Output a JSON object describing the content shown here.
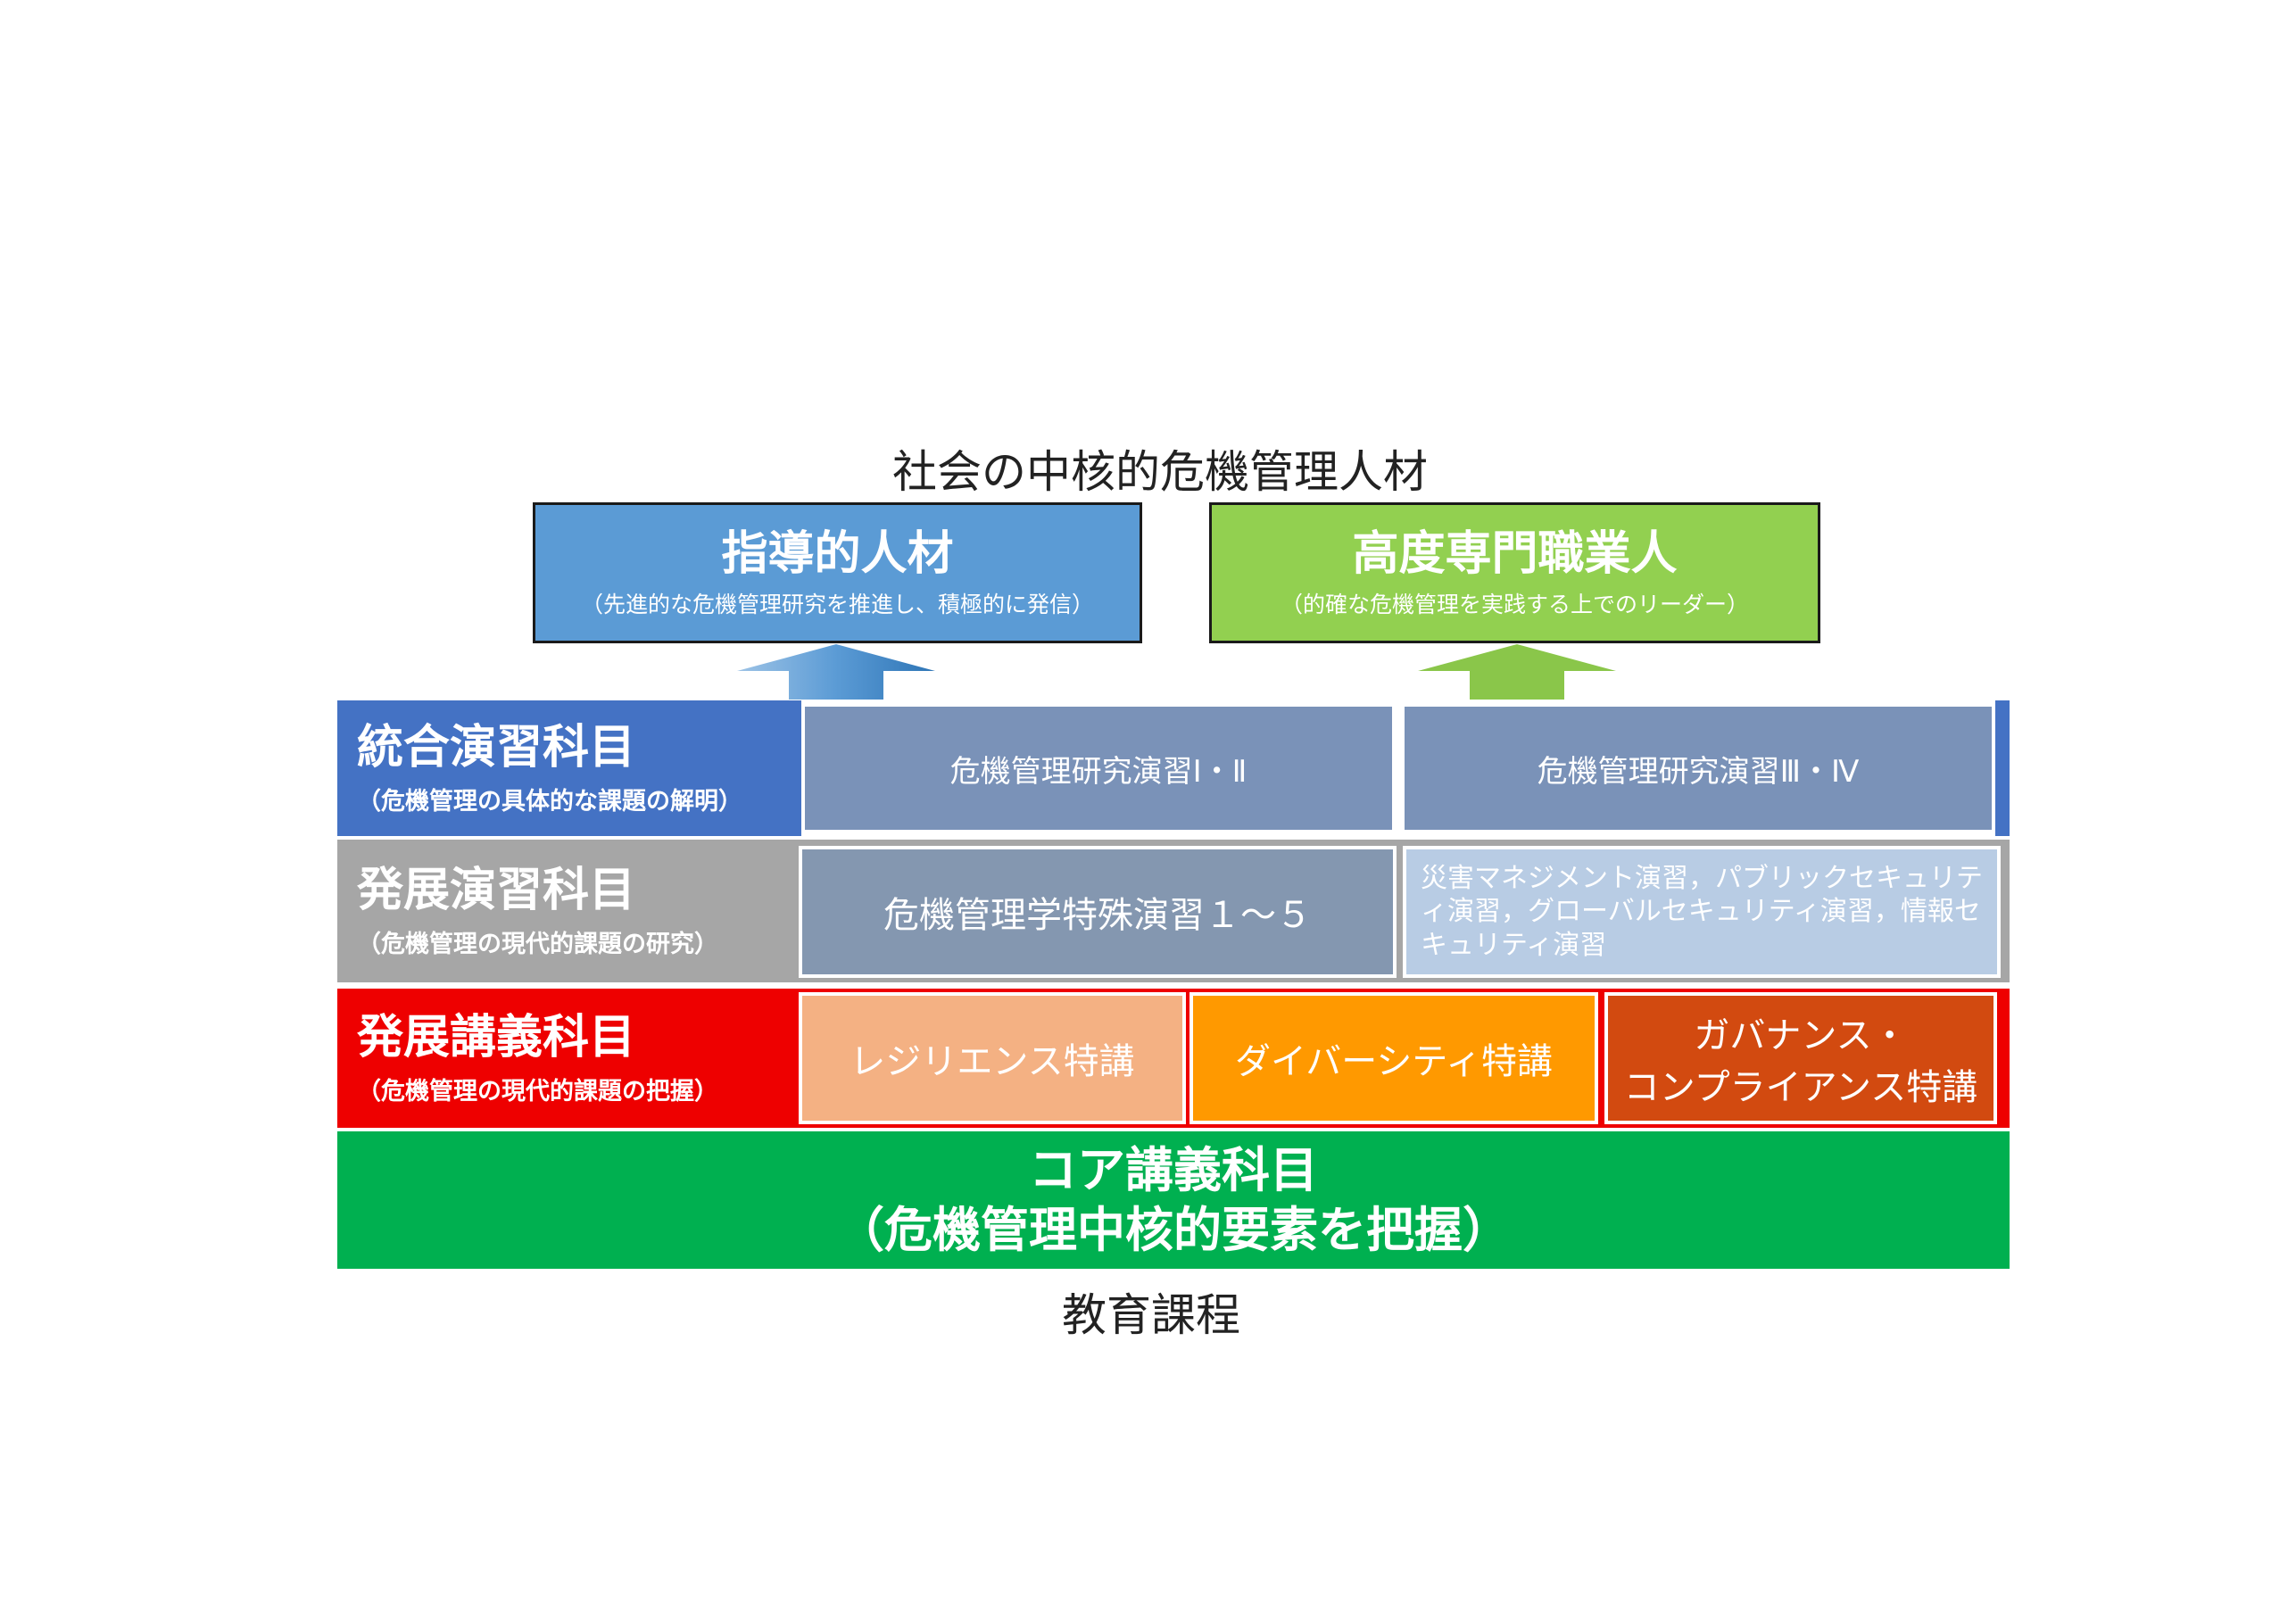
{
  "top_title": "社会の中核的危機管理人材",
  "targets": [
    {
      "title": "指導的人材",
      "subtitle": "（先進的な危機管理研究を推進し、積極的に発信）"
    },
    {
      "title": "高度専門職業人",
      "subtitle": "（的確な危機管理を実践する上でのリーダー）"
    }
  ],
  "rows": [
    {
      "title": "統合演習科目",
      "subtitle": "（危機管理の具体的な課題の解明）",
      "cells": [
        "危機管理研究演習Ⅰ・Ⅱ",
        "危機管理研究演習Ⅲ・Ⅳ"
      ]
    },
    {
      "title": "発展演習科目",
      "subtitle": "（危機管理の現代的課題の研究）",
      "cells": [
        "危機管理学特殊演習１～５",
        "災害マネジメント演習，パブリックセキュリティ演習，グローバルセキュリティ演習，情報セキュリティ演習"
      ]
    },
    {
      "title": "発展講義科目",
      "subtitle": "（危機管理の現代的課題の把握）",
      "cells": [
        "レジリエンス特講",
        "ダイバーシティ特講",
        "ガバナンス・",
        "コンプライアンス特講"
      ]
    }
  ],
  "core": {
    "title": "コア講義科目",
    "subtitle": "（危機管理中核的要素を把握）"
  },
  "bottom_title": "教育課程",
  "colors": {
    "blue_box": "#5b9bd5",
    "green_box": "#92d050",
    "row_integrated": "#4472c4",
    "row_dev_exercise": "#a6a6a6",
    "row_dev_lecture": "#ee0000",
    "core": "#00b050",
    "cell_slate": "#7a92b8",
    "cell_gray": "#8497b0",
    "cell_light": "#b8cce4",
    "cell_peach": "#f4b183",
    "cell_orange": "#ff9900",
    "cell_rust": "#d24a10"
  }
}
